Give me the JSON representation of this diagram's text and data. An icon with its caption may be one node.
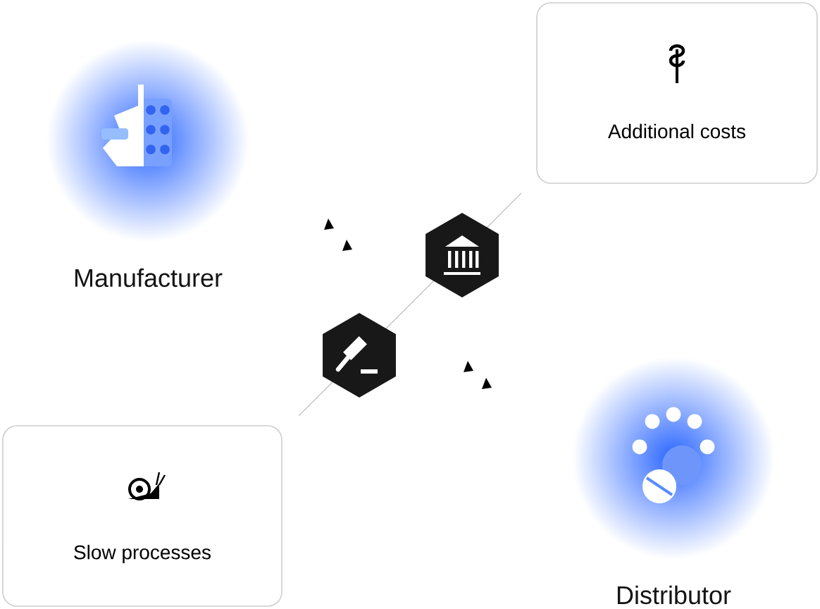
{
  "diagram": {
    "nodes": [
      {
        "text": [
          "Additional costs"
        ]
      },
      {
        "text": [
          "Manufacturer"
        ]
      },
      {
        "text": [
          "Slow processes"
        ]
      },
      {
        "text": [
          "Distributor"
        ]
      }
    ]
  }
}
